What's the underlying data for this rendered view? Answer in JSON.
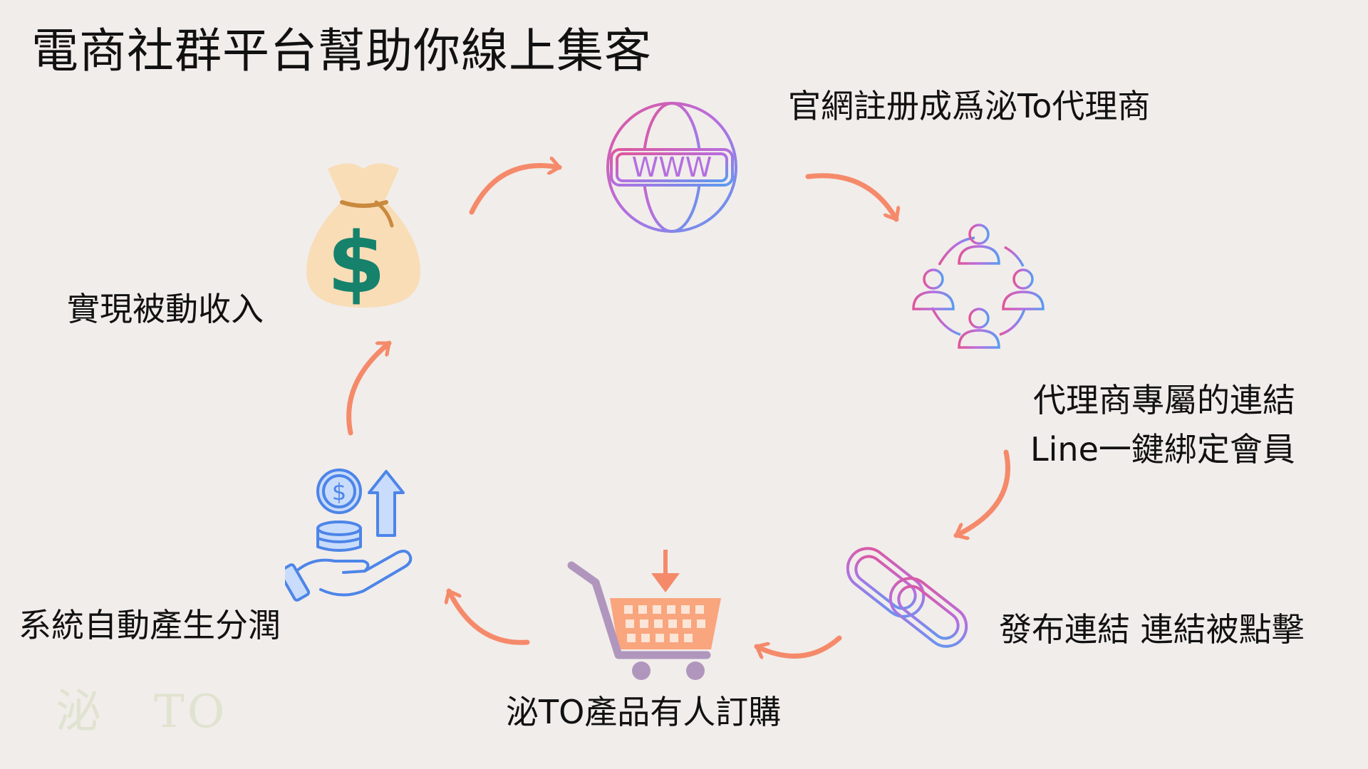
{
  "title": "電商社群平台幫助你線上集客",
  "steps": {
    "register": "官網註册成爲泌To代理商",
    "link_line1": "代理商專屬的連結",
    "link_line2": "Line一鍵綁定會員",
    "publish": "發布連結 連結被點擊",
    "order": "泌TO產品有人訂購",
    "profit": "系統自動產生分潤",
    "income": "實現被動收入"
  },
  "icons": {
    "globe": "globe-www-icon",
    "network": "people-network-icon",
    "chain": "chain-link-icon",
    "cart": "shopping-cart-icon",
    "coins": "coins-hand-icon",
    "moneybag": "money-bag-icon"
  },
  "globe_text": "WWW",
  "money_symbol": "$",
  "coin_symbol": "$",
  "watermark": {
    "part1": "泌",
    "part2": "TO"
  },
  "colors": {
    "background": "#f1edeb",
    "arrow": "#f58a6a",
    "text": "#111111",
    "watermark": "#dfe3cf"
  }
}
